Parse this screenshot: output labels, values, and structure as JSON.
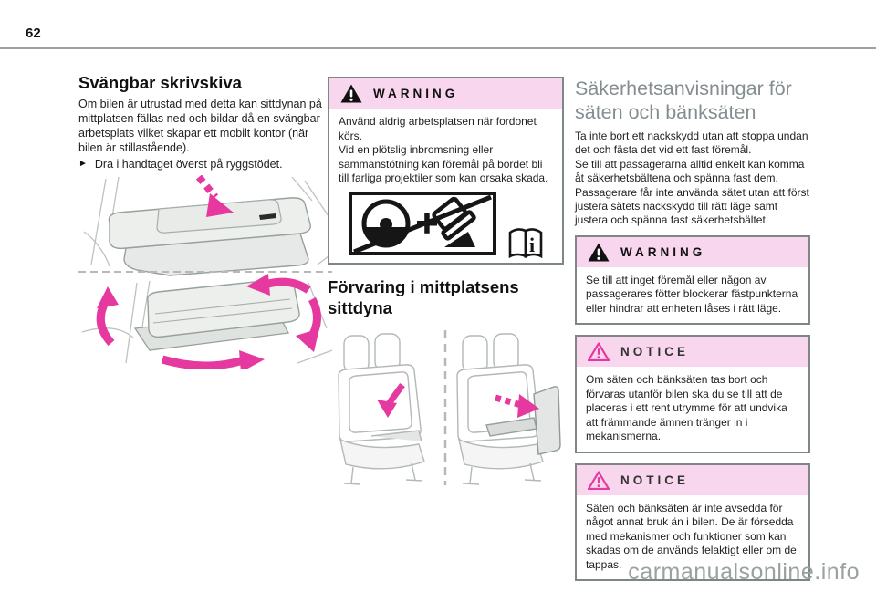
{
  "page": {
    "number": "62",
    "watermark": "carmanualsonline.info"
  },
  "left_column": {
    "heading": "Svängbar skrivskiva",
    "body": "Om bilen är utrustad med detta kan sittdynan på mittplatsen fällas ned och bildar då en svängbar arbetsplats vilket skapar ett mobilt kontor (när bilen är stillastående).",
    "bullet_marker": "►",
    "bullet": "Dra i handtaget överst på ryggstödet."
  },
  "middle_column": {
    "warning_box": {
      "title": "WARNING",
      "lines": [
        "Använd aldrig arbetsplatsen när fordonet körs.",
        "Vid en plötslig inbromsning eller sammanstötning kan föremål på bordet bli till farliga projektiler som kan orsaka skada."
      ],
      "book_label": "i"
    },
    "heading": "Förvaring i mittplatsens sittdyna"
  },
  "right_column": {
    "heading": "Säkerhetsanvisningar för säten och bänksäten",
    "body_paragraphs": [
      "Ta inte bort ett nackskydd utan att stoppa undan det och fästa det vid ett fast föremål.",
      "Se till att passagerarna alltid enkelt kan komma åt säkerhetsbältena och spänna fast dem.",
      "Passagerare får inte använda sätet utan att först justera sätets nackskydd till rätt läge samt justera och spänna fast säkerhetsbältet."
    ],
    "warning_box": {
      "title": "WARNING",
      "body": "Se till att inget föremål eller någon av passagerares fötter blockerar fästpunkterna eller hindrar att enheten låses i rätt läge."
    },
    "notice_box_1": {
      "title": "NOTICE",
      "body": "Om säten och bänksäten tas bort och förvaras utanför bilen ska du se till att de placeras i ett rent utrymme för att undvika att främmande ämnen tränger in i mekanismerna."
    },
    "notice_box_2": {
      "title": "NOTICE",
      "body": "Säten och bänksäten är inte avsedda för något annat bruk än i bilen. De är försedda med mekanismer och funktioner som kan skadas om de används felaktigt eller om de tappas."
    }
  },
  "icons": {
    "warning_triangle": "black triangle with white exclamation",
    "notice_triangle": "magenta outlined triangle with exclamation",
    "no_table_while_driving": "crossed-out steering wheel plus laptop pictogram",
    "info_book": "open handbook with i",
    "bullet_arrow": "►"
  },
  "colors": {
    "alert_header_bg": "#f8d6ee",
    "magenta_accent": "#e6399f",
    "heading_gray": "#848e90",
    "box_border": "#7e8786",
    "top_rule": "#9aa39f",
    "watermark": "#99a1a1",
    "line_art": "#b2b9b6"
  }
}
